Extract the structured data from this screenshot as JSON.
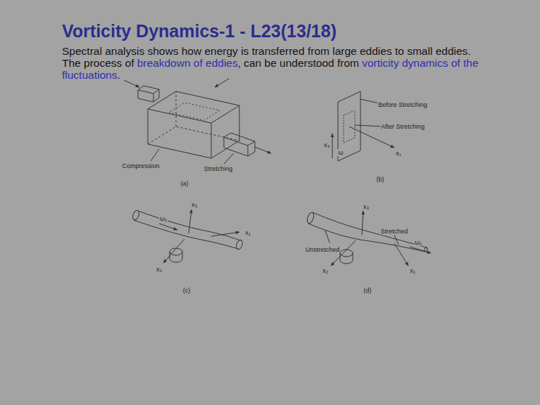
{
  "diagram": {
    "title": "Vorticity Dynamics-1 - L23(13/18)",
    "labels": [
      "Spectral analysis shows how energy is transferred from large eddies to small eddies. The process of",
      "breakdown of eddies",
      ",",
      "can be understood from",
      "vorticity dynamics of the fluctuations",
      ".",
      "Compression",
      "Stretching",
      "(a)",
      "Before Stretching",
      "After Stretching",
      "x₃",
      "ω",
      "x₁",
      "(b)",
      "ω₁",
      "x₃",
      "x₁",
      "x₂",
      "(c)",
      "Unstretched",
      "Stretched",
      "ω₁",
      "x₃",
      "x₂",
      "x₁",
      "(d)"
    ]
  }
}
